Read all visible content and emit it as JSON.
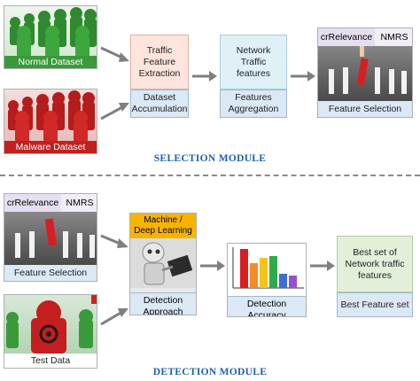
{
  "selection": {
    "title": "SELECTION MODULE",
    "normal_dataset": "Normal Dataset",
    "malware_dataset": "Malware Dataset",
    "extraction_top": "Traffic Feature Extraction",
    "extraction_bottom": "Dataset Accumulation",
    "network_top": "Network Traffic features",
    "network_bottom": "Features Aggregation",
    "tag_left": "crRelevance",
    "tag_right": "NMRS",
    "feature_selection": "Feature Selection"
  },
  "detection": {
    "title": "DETECTION MODULE",
    "tag_left": "crRelevance",
    "tag_right": "NMRS",
    "feature_selection": "Feature Selection",
    "test_data": "Test Data",
    "ml_label": "Machine / Deep Learning",
    "approach_label": "Detection Approach",
    "accuracy_label": "Detection Accuracy",
    "best_set_label": "Best set of Network traffic features",
    "best_feature_set": "Best Feature set"
  },
  "colors": {
    "arrow": "#7f7f7f",
    "title": "#1e5fb0",
    "green_dataset": "#3a9a3a",
    "red_dataset": "#c22020",
    "ml_bar": "#f6b400"
  }
}
